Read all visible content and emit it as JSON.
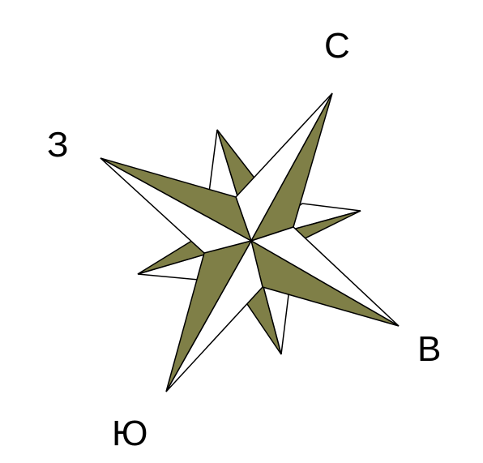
{
  "directions": {
    "north": "С",
    "east": "В",
    "south": "Ю",
    "west": "З"
  },
  "colors": {
    "fill_dark": "#7f7f47",
    "fill_light": "#ffffff",
    "stroke": "#000000"
  }
}
